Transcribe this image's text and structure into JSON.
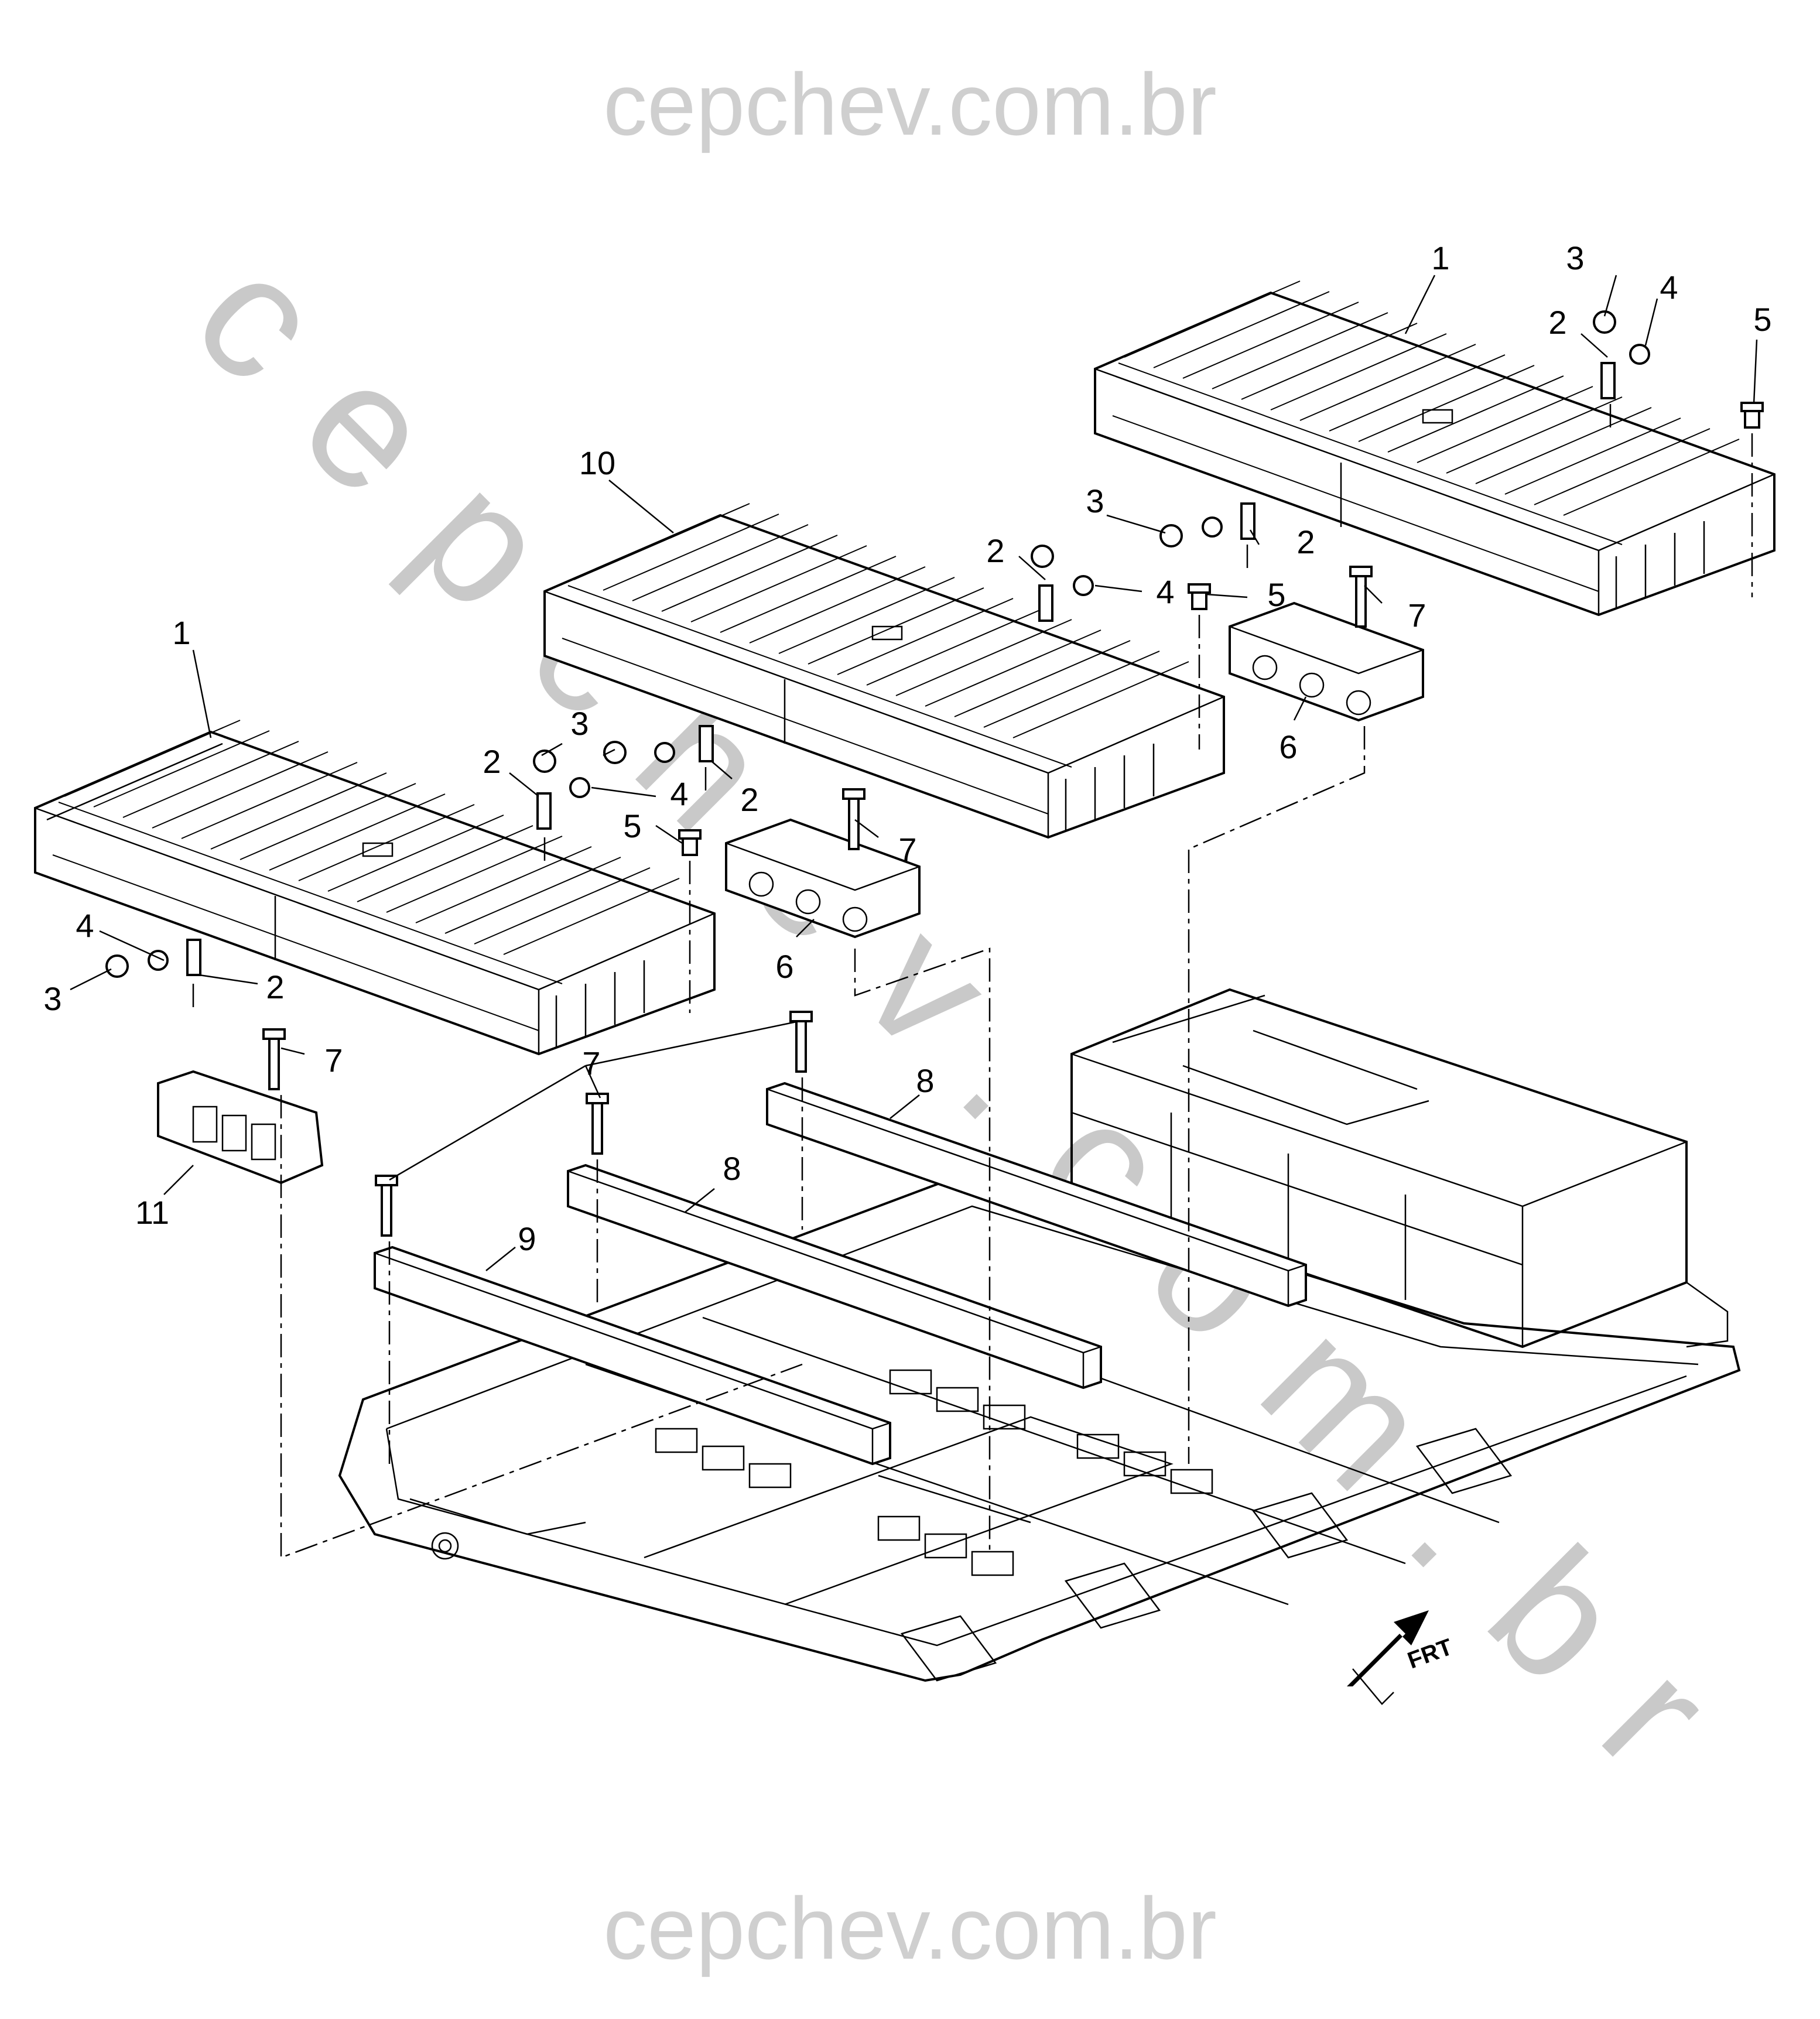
{
  "watermark": {
    "top": "cepchev.com.br",
    "diagonal": "cepchev.com.br",
    "bottom": "cepchev.com.br"
  },
  "orientation_arrow": {
    "label": "FRT",
    "icon": "front-direction-arrow-icon"
  },
  "callouts": {
    "c1a": "1",
    "c1b": "1",
    "c2a": "2",
    "c2b": "2",
    "c2c": "2",
    "c2d": "2",
    "c2e": "2",
    "c2f": "2",
    "c3a": "3",
    "c3b": "3",
    "c3c": "3",
    "c4a": "4",
    "c4b": "4",
    "c4c": "4",
    "c4d": "4",
    "c5a": "5",
    "c5b": "5",
    "c5c": "5",
    "c6a": "6",
    "c6b": "6",
    "c7a": "7",
    "c7b": "7",
    "c7c": "7",
    "c7d": "7",
    "c8a": "8",
    "c8b": "8",
    "c9": "9",
    "c10": "10",
    "c11": "11"
  }
}
